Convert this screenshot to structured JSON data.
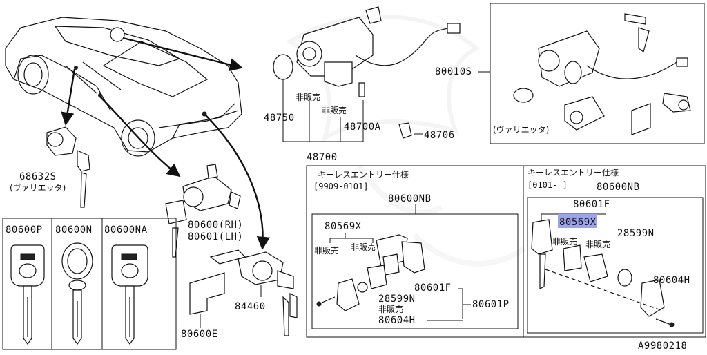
{
  "diagram_id": "A9980218",
  "colors": {
    "highlight": "#9aa4e8",
    "line": "#111111",
    "watermark": "#e6e6e6"
  },
  "labels": {
    "p80010S": "80010S",
    "p48750": "48750",
    "p48700A": "48700A",
    "p48700": "48700",
    "p48706": "48706",
    "p68632S": "68632S",
    "variety1": "(ヴァリエッタ)",
    "variety2": "(ヴァリエッタ)",
    "hihanbai_a": "非販売",
    "hihanbai_b": "非販売",
    "p80600RH": "80600(RH)",
    "p80601LH": "80601(LH)",
    "p84460": "84460",
    "p80600E": "80600E",
    "keyP": "80600P",
    "keyN": "80600N",
    "keyNA": "80600NA"
  },
  "left_keyless": {
    "title": "キーレスエントリー仕様",
    "range": "[9909-0101]",
    "p80600NB": "80600NB",
    "p80569X": "80569X",
    "hihanbai1": "非販売",
    "hihanbai2": "非販売",
    "hihanbai3": "非販売",
    "p28599N": "28599N",
    "p80601F": "80601F",
    "p80601P": "80601P",
    "p80604H": "80604H"
  },
  "right_keyless": {
    "title": "キーレスエントリー仕様",
    "range": "[0101-      ]",
    "p80600NB": "80600NB",
    "p80601F": "80601F",
    "p80569X": "80569X",
    "p28599N": "28599N",
    "hihanbai1": "非販売",
    "hihanbai2": "非販売",
    "p80604H": "80604H"
  }
}
